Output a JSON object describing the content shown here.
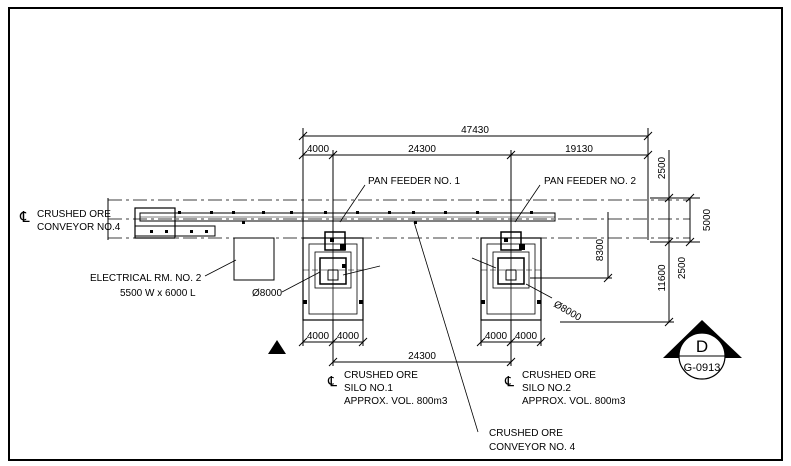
{
  "dimensions": {
    "overall": "47430",
    "d4000_a": "4000",
    "d24300_top": "24300",
    "d19130": "19130",
    "d2500_top": "2500",
    "d5000": "5000",
    "d8300": "8300",
    "d2500_mid": "2500",
    "d11600": "11600",
    "d4000_b1": "4000",
    "d4000_b2": "4000",
    "d4000_c1": "4000",
    "d4000_c2": "4000",
    "d24300_bottom": "24300",
    "dia1": "Ø8000",
    "dia2": "Ø8000"
  },
  "labels": {
    "cl_symbol": "℄",
    "conveyor_left_1": "CRUSHED ORE",
    "conveyor_left_2": "CONVEYOR NO.4",
    "pan_feeder_1": "PAN FEEDER NO. 1",
    "pan_feeder_2": "PAN FEEDER NO. 2",
    "elec_1": "ELECTRICAL RM. NO. 2",
    "elec_2": "5500 W x 6000 L",
    "silo1_1": "CRUSHED ORE",
    "silo1_2": "SILO NO.1",
    "silo1_3": "APPROX. VOL. 800m3",
    "silo2_1": "CRUSHED ORE",
    "silo2_2": "SILO NO.2",
    "silo2_3": "APPROX. VOL. 800m3",
    "conv4_1": "CRUSHED ORE",
    "conv4_2": "CONVEYOR NO. 4"
  },
  "section_marker": {
    "letter": "D",
    "drawing": "G-0913"
  }
}
